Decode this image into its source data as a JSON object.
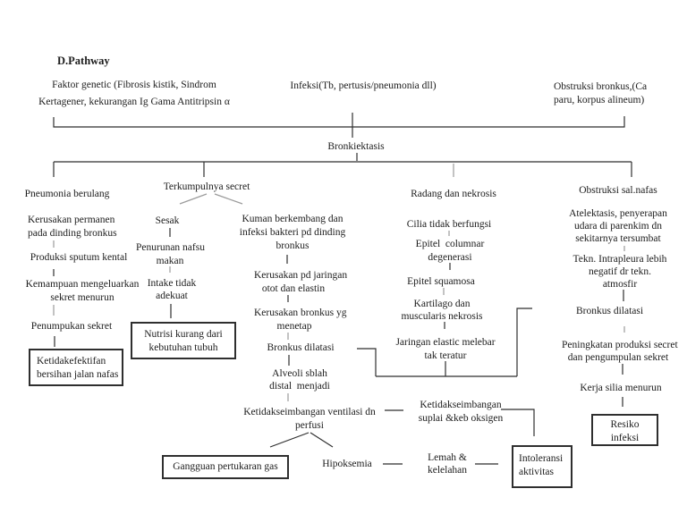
{
  "title": "D.Pathway",
  "nodes": {
    "faktor_genetic": "Faktor genetic (Fibrosis kistik, Sindrom\nKertagener, kekurangan Ig Gama Antitripsin α",
    "infeksi": "Infeksi(Tb, pertusis/pneumonia dll)",
    "obstruksi_bronkus": "Obstruksi bronkus,(Ca\nparu, korpus alineum)",
    "bronkiektasis": "Bronkiektasis",
    "pneumonia_berulang": "Pneumonia berulang",
    "terkumpulnya_secret": "Terkumpulnya secret",
    "radang_nekrosis": "Radang dan nekrosis",
    "obstruksi_sal_nafas": "Obstruksi sal.nafas",
    "kerusakan_permanen": "Kerusakan permanen\npada dinding bronkus",
    "produksi_sputum": "Produksi sputum kental",
    "kemampuan_mengeluarkan": "Kemampuan mengeluarkan\nsekret menurun",
    "penumpukan_sekret": "Penumpukan sekret",
    "ketidakefektifan": "Ketidakefektifan\nbersihan jalan nafas",
    "sesak": "Sesak",
    "penurunan_nafsu": "Penurunan nafsu\nmakan",
    "intake_tidak_adekuat": "Intake tidak\nadekuat",
    "nutrisi_kurang": "Nutrisi kurang dari\nkebutuhan tubuh",
    "kuman_berkembang": "Kuman berkembang dan\ninfeksi bakteri pd dinding\nbronkus",
    "kerusakan_jaringan": "Kerusakan pd jaringan\notot dan elastin",
    "kerusakan_bronkus": "Kerusakan bronkus yg\nmenetap",
    "bronkus_dilatasi_tengah": "Bronkus dilatasi",
    "alveoli": "Alveoli sblah\ndistal  menjadi",
    "ketidakseimbangan_ventilasi": "Ketidakseimbangan ventilasi dn\nperfusi",
    "gangguan_pertukaran_gas": "Gangguan pertukaran gas",
    "hipoksemia": "Hipoksemia",
    "cilia_tidak_berfungsi": "Cilia tidak berfungsi",
    "epitel_columnar": "Epitel  columnar\ndegenerasi",
    "epitel_squamosa": "Epitel squamosa",
    "kartilago_nekrosis": "Kartilago dan\nmuscularis nekrosis",
    "jaringan_elastic": "Jaringan elastic melebar\ntak teratur",
    "ketidakseimbangan_suplai": "Ketidakseimbangan\nsuplai &keb oksigen",
    "lemah_kelelahan": "Lemah &\nkelelahan",
    "intoleransi_aktivitas": "Intoleransi\naktivitas",
    "atelektasis": "Atelektasis, penyerapan\nudara di parenkim dn\nsekitarnya tersumbat",
    "tekanan_intrapleura": "Tekn. Intrapleura lebih\nnegatif dr tekn.\natmosfir",
    "bronkus_dilatasi_kanan": "Bronkus dilatasi",
    "peningkatan_produksi": "Peningkatan produksi secret\ndan pengumpulan sekret",
    "kerja_silia_menurun": "Kerja silia menurun",
    "resiko_infeksi": "Resiko\ninfeksi"
  },
  "colors": {
    "background": "#ffffff",
    "text": "#1c1c1c",
    "line": "#2f2f2f",
    "line_faint": "#9b9b9b",
    "box_border": "#2f2f2f"
  }
}
